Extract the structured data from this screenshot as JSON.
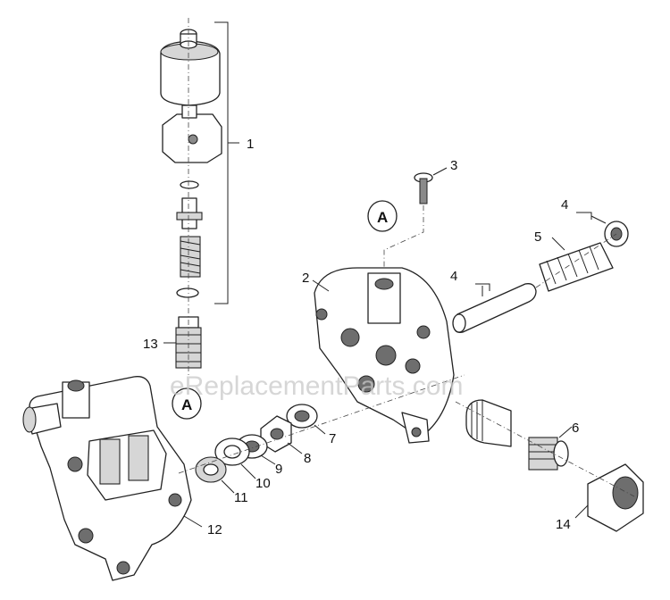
{
  "watermark": "eReplacementParts.com",
  "reference_marks": [
    "A",
    "A"
  ],
  "callouts": [
    "1",
    "2",
    "3",
    "4",
    "4",
    "5",
    "6",
    "7",
    "8",
    "9",
    "10",
    "11",
    "12",
    "13",
    "14"
  ],
  "colors": {
    "line": "#222222",
    "shade": "#d6d6d6",
    "watermark": "#c9c9c9"
  }
}
